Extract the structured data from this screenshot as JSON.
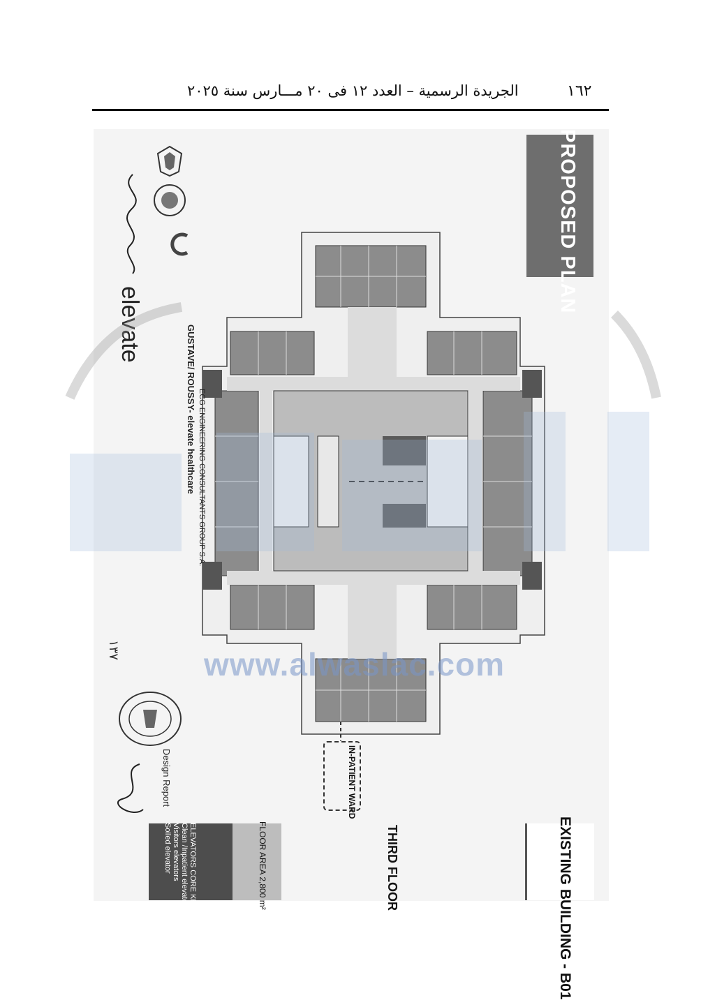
{
  "header": {
    "page_number": "١٦٢",
    "title": "الجريدة الرسمية – العدد ١٢ فى ٢٠ مـــارس سنة ٢٠٢٥"
  },
  "sheet": {
    "proposed_plan": "PROPOSED PLAN",
    "existing_building": "EXISTING BUILDING - B01",
    "floor_name": "THIRD FLOOR",
    "floor_area": "FLOOR AREA 2,800 m²",
    "elevators_key_title": "ELEVATORS CORE KEY",
    "elevators_key_items": [
      "Clean /Inpatient elevators",
      "Visitors elevators",
      "Soiled elevator"
    ],
    "inpatient_label": "IN-PATIENT WARD",
    "design_report": "Design Report"
  },
  "logos": {
    "gustave_roussy": "GUSTAVE/ ROUSSY- elevate healthcare",
    "ecg": "ECG ENGINEERING CONSULTANTS GROUP S.A.",
    "elevate": "elevate"
  },
  "watermark": {
    "url": "www.alwaslac.com"
  },
  "handwritten": {
    "note": "١٣٧"
  },
  "colors": {
    "plan_dark": "#5a5a5a",
    "plan_mid": "#8c8c8c",
    "plan_light": "#d6d6d6",
    "corridor": "#e2e2e2",
    "watermark": "#9fb8d9"
  }
}
